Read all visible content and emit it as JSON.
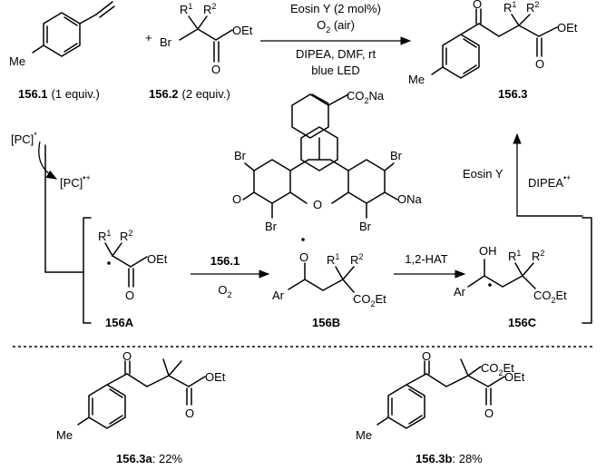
{
  "reaction": {
    "conditions_top": [
      "Eosin Y (2 mol%)",
      "O2 (air)"
    ],
    "conditions_bottom": [
      "DIPEA, DMF, rt",
      "blue LED"
    ],
    "plus": "+"
  },
  "compounds": {
    "c1561": {
      "id": "156.1",
      "note": "(1 equiv.)"
    },
    "c1562": {
      "id": "156.2",
      "note": "(2 equiv.)"
    },
    "c1563": {
      "id": "156.3"
    },
    "c156A": {
      "id": "156A"
    },
    "c156B": {
      "id": "156B"
    },
    "c156C": {
      "id": "156C"
    },
    "c1563a": {
      "id": "156.3a",
      "yield": ": 22%"
    },
    "c1563b": {
      "id": "156.3b",
      "yield": ": 28%"
    }
  },
  "atoms": {
    "Me": "Me",
    "Br": "Br",
    "O": "O",
    "OEt": "OEt",
    "CO2Et": "CO2Et",
    "CO2Na": "CO2Na",
    "ONa": "ONa",
    "Ar": "Ar",
    "OH": "OH",
    "R1": "R1",
    "R2": "R2"
  },
  "mechanism": {
    "pc_excited": "[PC]*",
    "pc_radical_cation": "[PC]•+",
    "eosin_label": "Eosin Y",
    "dipea_radical": "DIPEA•+",
    "step1_top": "156.1",
    "step1_bottom": "O2",
    "step2_top": "1,2-HAT"
  }
}
